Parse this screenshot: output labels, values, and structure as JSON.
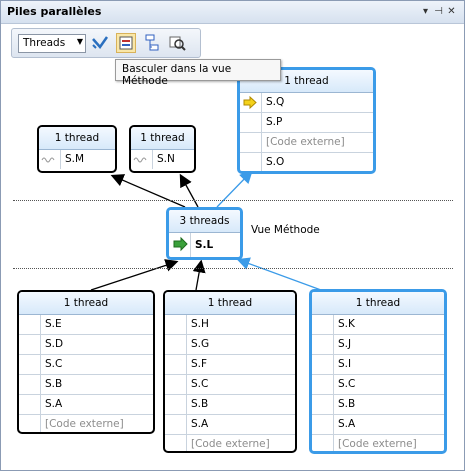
{
  "window": {
    "title": "Piles parallèles"
  },
  "toolbar": {
    "view_select": "Threads"
  },
  "tooltip": "Basculer dans la vue Méthode",
  "method_view_label": "Vue Méthode",
  "colors": {
    "accent": "#3b9be8",
    "header": "#d7e9fa"
  },
  "nodes": {
    "top_left": {
      "header": "1 thread",
      "rows": [
        "S.M"
      ]
    },
    "top_mid": {
      "header": "1 thread",
      "rows": [
        "S.N"
      ]
    },
    "top_right": {
      "header": "1 thread",
      "rows": [
        "S.Q",
        "S.P",
        "[Code externe]",
        "S.O"
      ]
    },
    "center": {
      "header": "3 threads",
      "rows": [
        "S.L"
      ]
    },
    "bottom_left": {
      "header": "1 thread",
      "rows": [
        "S.E",
        "S.D",
        "S.C",
        "S.B",
        "S.A",
        "[Code externe]"
      ]
    },
    "bottom_mid": {
      "header": "1 thread",
      "rows": [
        "S.H",
        "S.G",
        "S.F",
        "S.C",
        "S.B",
        "S.A",
        "[Code externe]"
      ]
    },
    "bottom_right": {
      "header": "1 thread",
      "rows": [
        "S.K",
        "S.J",
        "S.I",
        "S.C",
        "S.B",
        "S.A",
        "[Code externe]"
      ]
    }
  }
}
